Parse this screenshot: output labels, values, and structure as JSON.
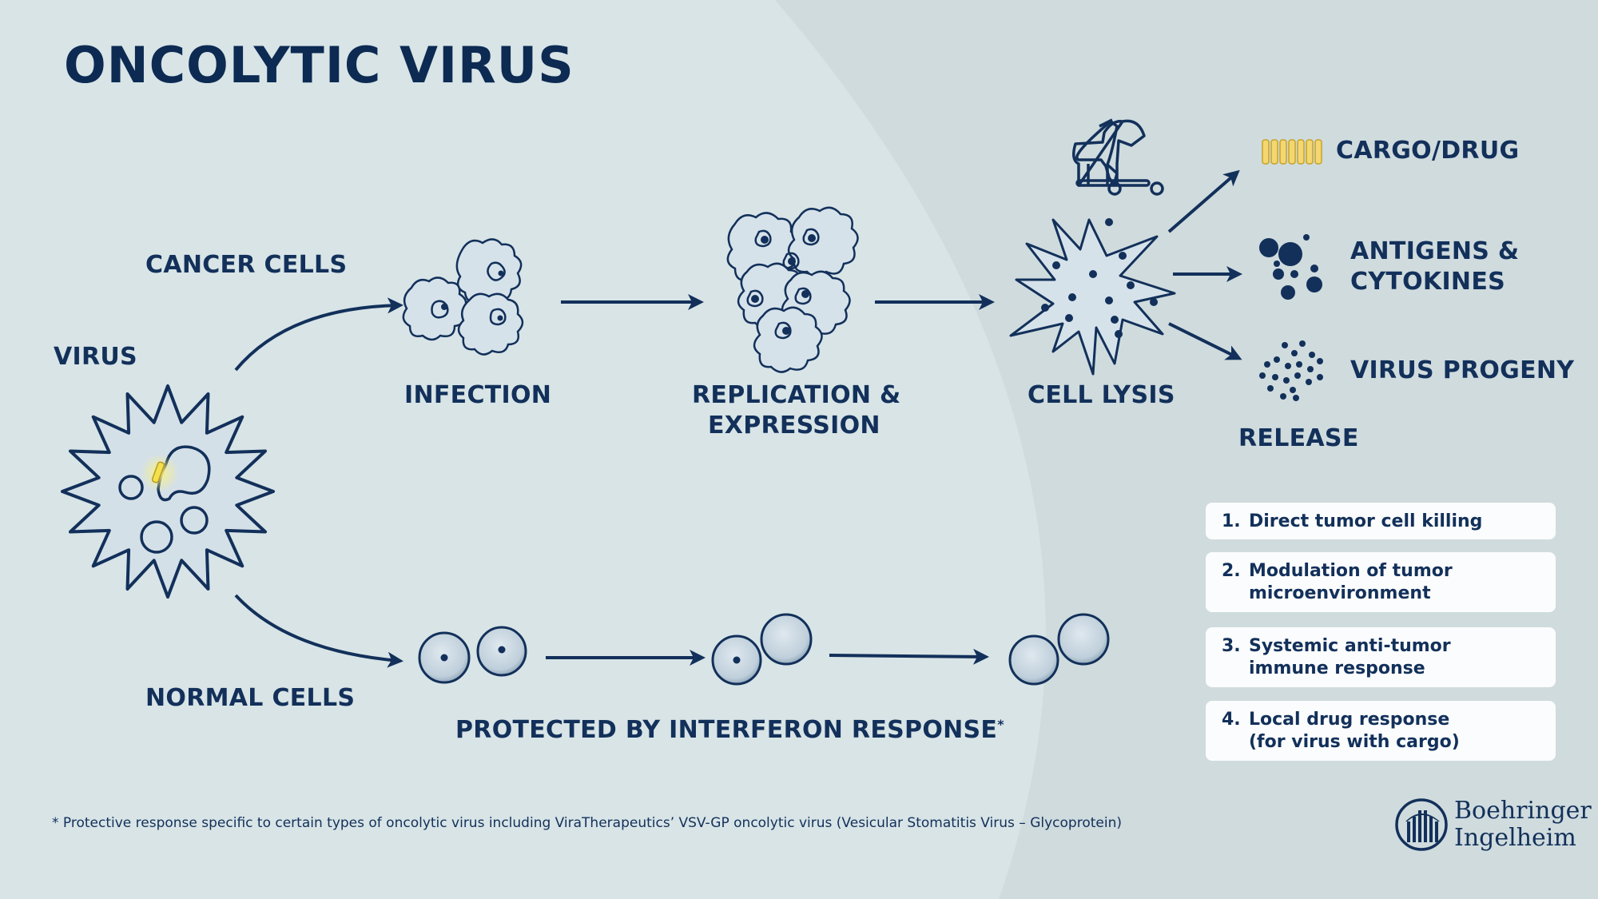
{
  "title": "ONCOLYTIC VIRUS",
  "labels": {
    "cancer_cells": "CANCER CELLS",
    "virus": "VIRUS",
    "infection": "INFECTION",
    "replication_1": "REPLICATION &",
    "replication_2": "EXPRESSION",
    "cell_lysis": "CELL LYSIS",
    "cargo_drug": "CARGO/DRUG",
    "antigens_1": "ANTIGENS &",
    "antigens_2": "CYTOKINES",
    "virus_progeny": "VIRUS PROGENY",
    "release": "RELEASE",
    "normal_cells": "NORMAL CELLS",
    "protected": "PROTECTED BY INTERFERON RESPONSE",
    "protected_mark": "*"
  },
  "outcomes": [
    {
      "num": "1.",
      "line1": "Direct tumor cell killing",
      "line2": ""
    },
    {
      "num": "2.",
      "line1": "Modulation of tumor",
      "line2": "microenvironment"
    },
    {
      "num": "3.",
      "line1": "Systemic anti-tumor",
      "line2": "immune response"
    },
    {
      "num": "4.",
      "line1": "Local drug response",
      "line2": "(for virus with cargo)"
    }
  ],
  "footnote": "* Protective response specific to certain types of oncolytic virus including ViraTherapeutics’ VSV-GP oncolytic virus (Vesicular Stomatitis Virus – Glycoprotein)",
  "logo": {
    "line1": "Boehringer",
    "line2": "Ingelheim"
  },
  "colors": {
    "background_right": "#cfdbdd",
    "background_left": "#d8e4e6",
    "navy": "#12305a",
    "cell_fill": "#d6e2ea",
    "cargo_yellow": "#f4d770",
    "box_fill": "#fbfcfd"
  },
  "icons": [
    "trojan-horse-icon",
    "cargo-capsules-icon",
    "antigen-dots-icon",
    "virus-progeny-icon",
    "boehringer-logo-icon"
  ]
}
